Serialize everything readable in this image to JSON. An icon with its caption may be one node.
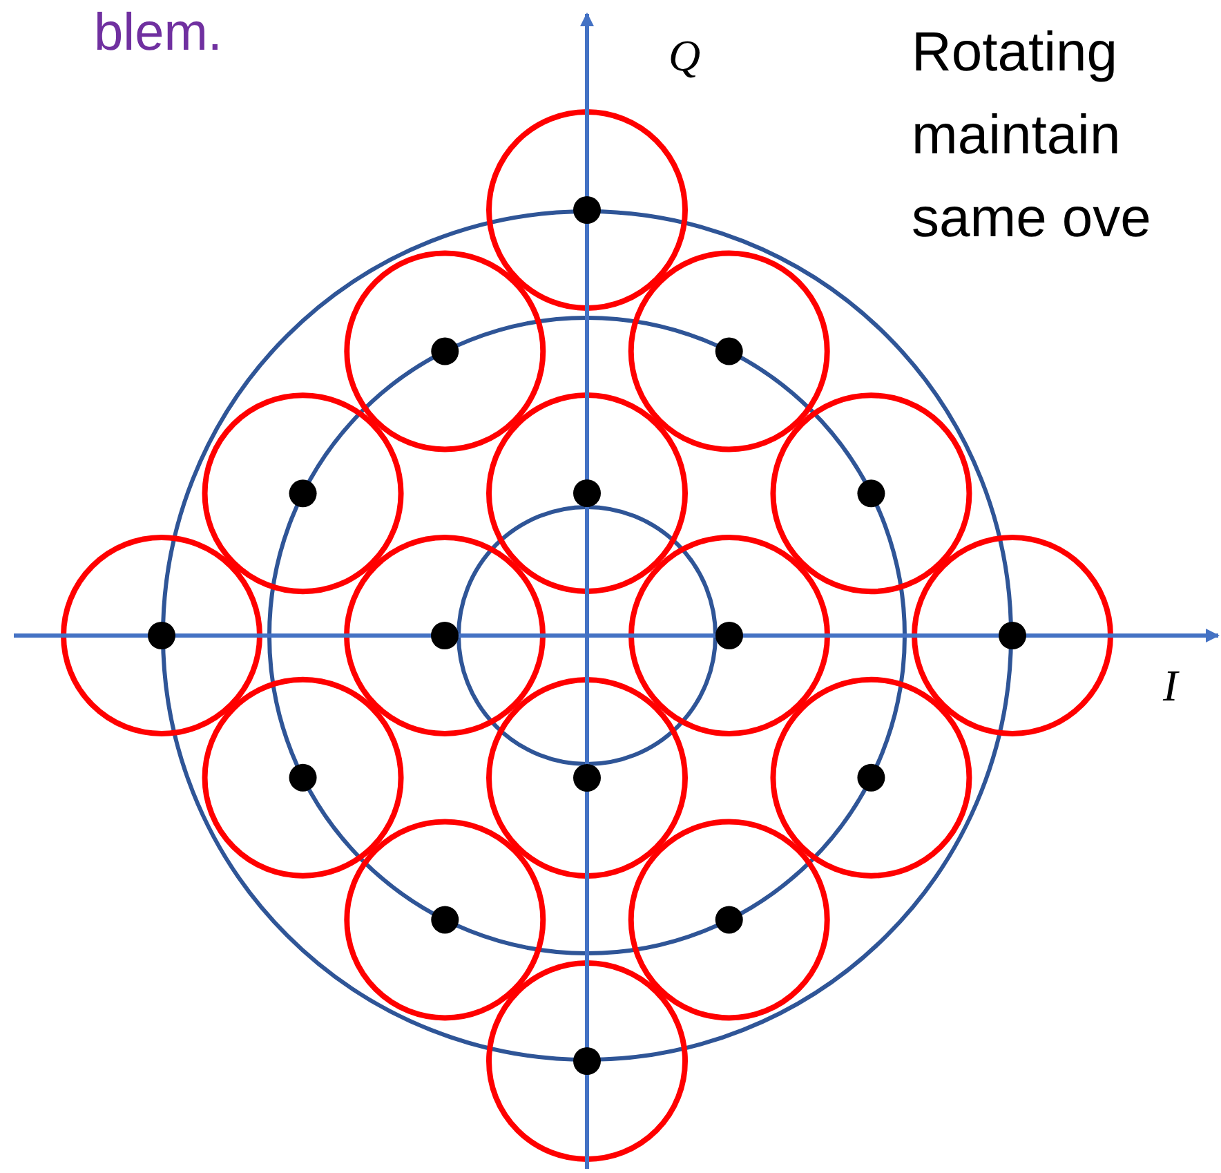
{
  "diagram": {
    "labels": [
      "blem.",
      "Q",
      "Rotating maintain same ove",
      "I"
    ]
  }
}
